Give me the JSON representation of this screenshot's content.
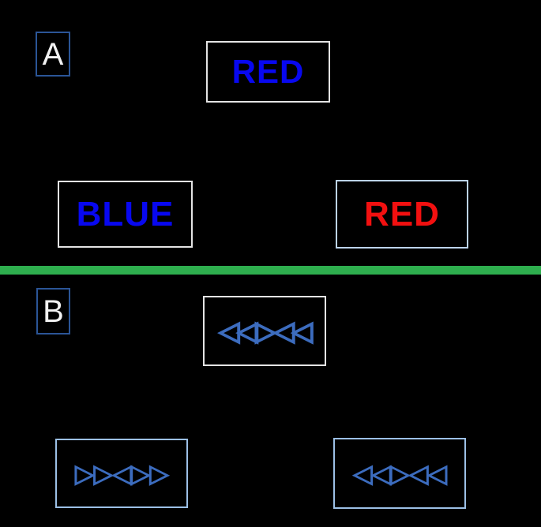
{
  "figure": {
    "panel_a": {
      "label": "A",
      "cue": {
        "text": "RED",
        "ink": "blue"
      },
      "left_option": {
        "text": "BLUE",
        "ink": "blue"
      },
      "right_option": {
        "text": "RED",
        "ink": "red"
      }
    },
    "panel_b": {
      "label": "B",
      "cue": {
        "arrows": "◁◁▷◁◁"
      },
      "left_option": {
        "arrows": "▷▷◁▷▷"
      },
      "right_option": {
        "arrows": "◁◁▷◁◁"
      }
    }
  },
  "colors": {
    "background": "#000000",
    "stimulus-blue": "#0808f0",
    "stimulus-red": "#f21010",
    "arrow-blue": "#3c6cbe",
    "divider-green": "#2eae4e",
    "label-border-blue": "#2b5597",
    "label-text": "#f2f2f2",
    "white-border": "#e4e4e4",
    "light-blue-border": "#9cc0e6",
    "pale-blue-border": "#bcd3ec"
  }
}
